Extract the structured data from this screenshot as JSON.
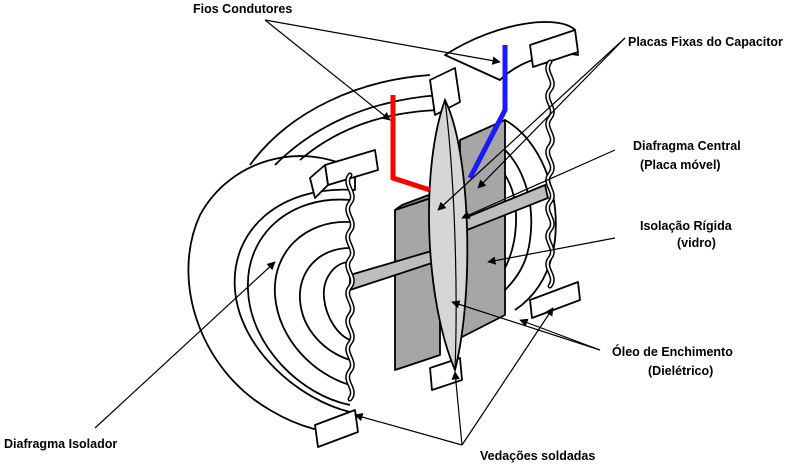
{
  "labels": {
    "fios_condutores": "Fios Condutores",
    "placas_fixas": "Placas Fixas do Capacitor",
    "diafragma_central_1": "Diafragma Central",
    "diafragma_central_2": "(Placa móvel)",
    "isolacao_rigida_1": "Isolação Rígida",
    "isolacao_rigida_2": "(vidro)",
    "oleo_1": "Óleo de Enchimento",
    "oleo_2": "(Dielétrico)",
    "diafragma_isolador": "Diafragma Isolador",
    "vedacoes": "Vedações soldadas"
  },
  "colors": {
    "wire_left": "#ff0000",
    "wire_right": "#1a1aff",
    "plate_fill": "#a6a6a6",
    "glass_fill": "#d6d6d6",
    "outline": "#000000"
  }
}
